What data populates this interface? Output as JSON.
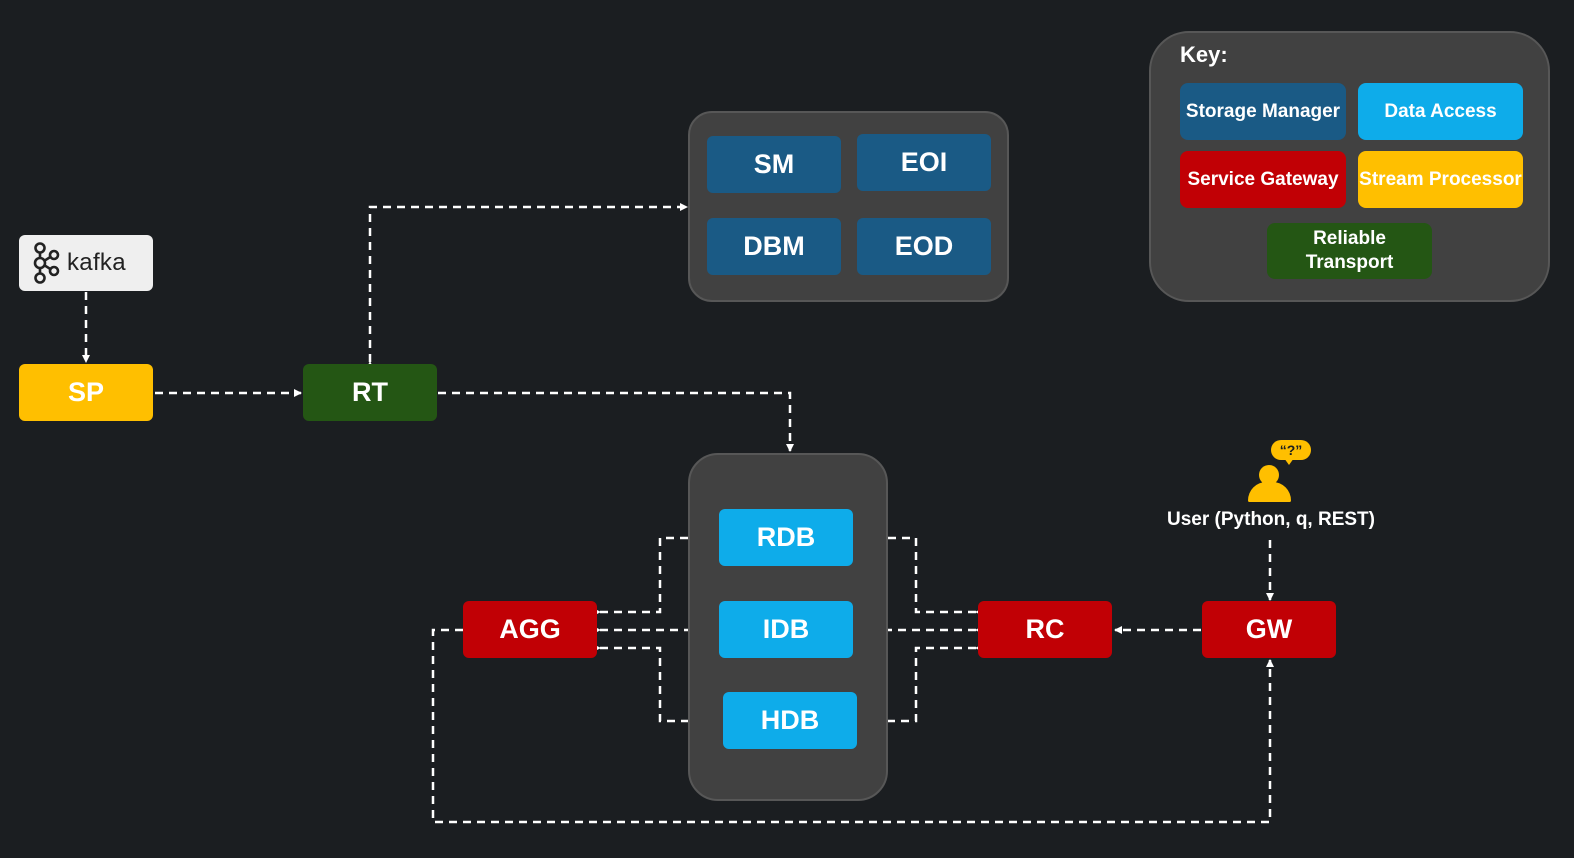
{
  "colors": {
    "background": "#1b1e21",
    "storage_manager": "#1a5a85",
    "data_access": "#0eacea",
    "service_gateway": "#c10005",
    "stream_processor": "#ffbf00",
    "reliable_transport": "#245614",
    "group_box": "#414141"
  },
  "kafka": {
    "label": "kafka",
    "icon": "kafka-logo-icon"
  },
  "nodes": {
    "sp": "SP",
    "rt": "RT",
    "sm": "SM",
    "eoi": "EOI",
    "dbm": "DBM",
    "eod": "EOD",
    "rdb": "RDB",
    "idb": "IDB",
    "hdb": "HDB",
    "agg": "AGG",
    "rc": "RC",
    "gw": "GW"
  },
  "user": {
    "label": "User (Python, q, REST)",
    "bubble": "“?”",
    "icon": "user-icon"
  },
  "key": {
    "title": "Key:",
    "storage_manager": "Storage Manager",
    "data_access": "Data Access",
    "service_gateway": "Service Gateway",
    "stream_processor": "Stream Processor",
    "reliable_transport": "Reliable Transport"
  }
}
